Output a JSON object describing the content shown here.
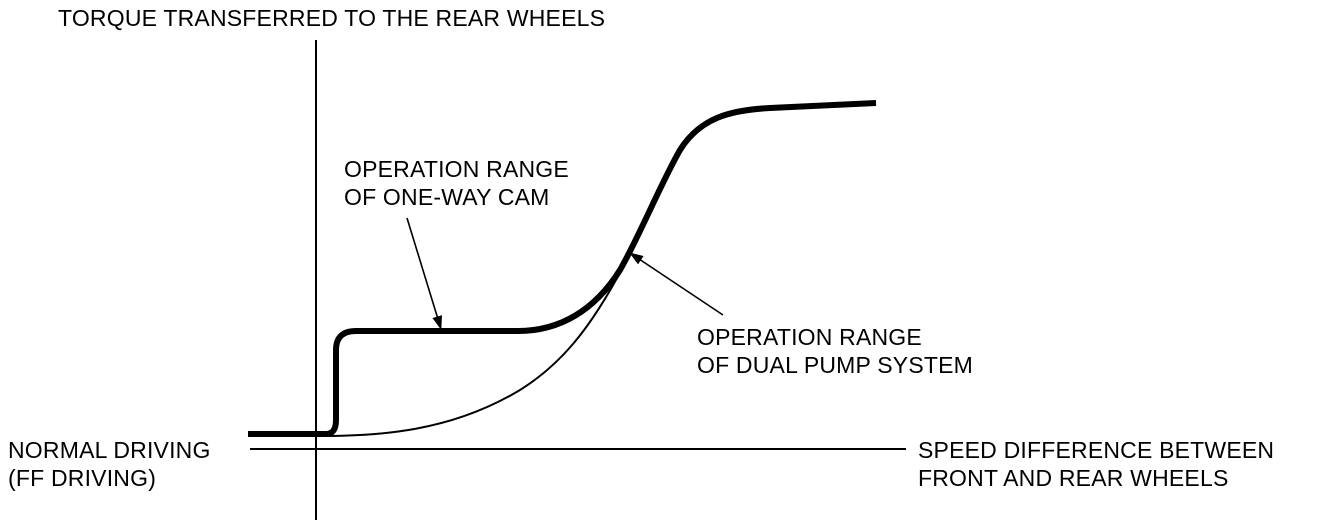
{
  "diagram": {
    "y_axis_label": "TORQUE TRANSFERRED TO THE REAR WHEELS",
    "x_axis_label_line1": "SPEED DIFFERENCE BETWEEN",
    "x_axis_label_line2": "FRONT AND REAR WHEELS",
    "normal_driving_line1": "NORMAL DRIVING",
    "normal_driving_line2": "(FF DRIVING)",
    "one_way_cam_line1": "OPERATION RANGE",
    "one_way_cam_line2": "OF ONE-WAY CAM",
    "dual_pump_line1": "OPERATION RANGE",
    "dual_pump_line2": "OF DUAL PUMP SYSTEM"
  },
  "colors": {
    "ink": "#000000",
    "background": "#ffffff"
  }
}
